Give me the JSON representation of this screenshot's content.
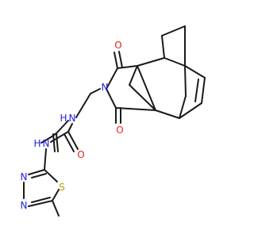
{
  "molecule": {
    "atoms": {
      "n_imide": {
        "text": "N",
        "color": "#1e1ee6"
      },
      "o_upper": {
        "text": "O",
        "color": "#e61e1e"
      },
      "o_lower": {
        "text": "O",
        "color": "#e61e1e"
      },
      "nh_upper": {
        "text": "N",
        "color": "#1e1ee6"
      },
      "h_upper": {
        "text": "H",
        "color": "#1e1ee6"
      },
      "nh_lower": {
        "text": "N",
        "color": "#1e1ee6"
      },
      "h_lower": {
        "text": "H",
        "color": "#1e1ee6"
      },
      "o_urea": {
        "text": "O",
        "color": "#e61e1e"
      },
      "n_ring_1": {
        "text": "N",
        "color": "#1e1ee6"
      },
      "n_ring_2": {
        "text": "N",
        "color": "#1e1ee6"
      },
      "s_ring": {
        "text": "S",
        "color": "#b8a400"
      }
    },
    "bond_color": "#1a1a1a"
  }
}
